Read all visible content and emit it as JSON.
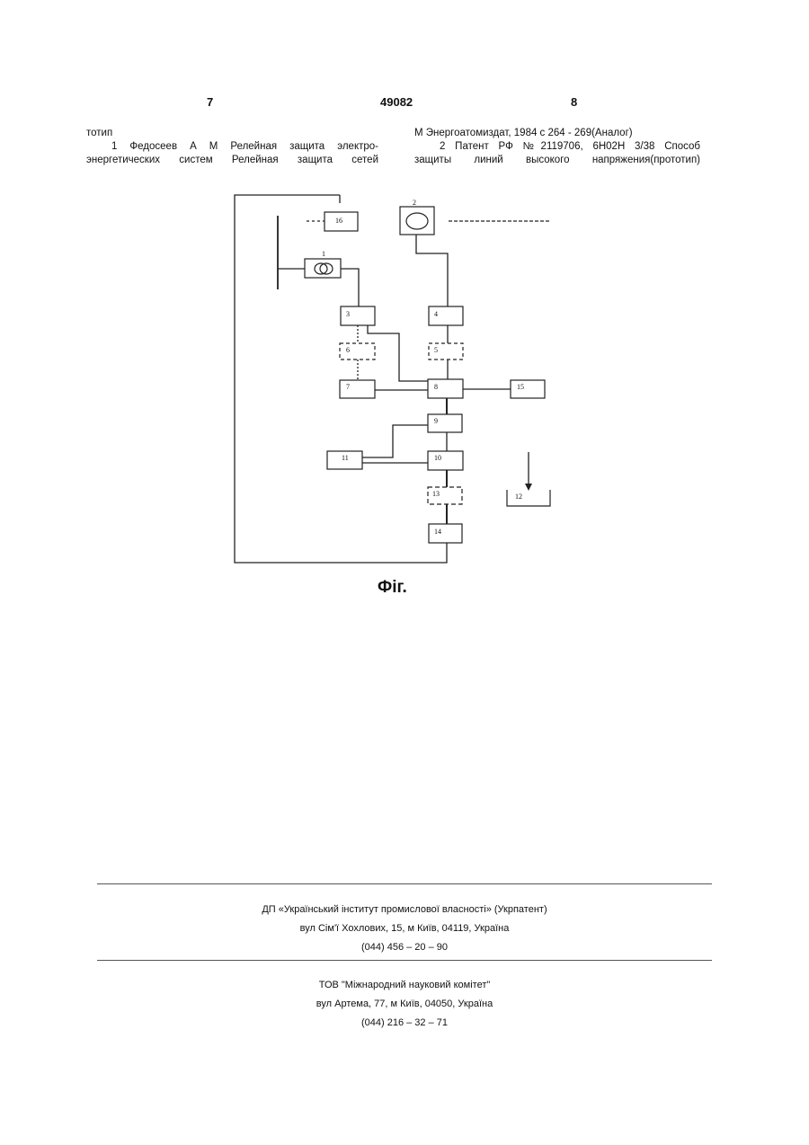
{
  "header": {
    "page_left": "7",
    "patent_number": "49082",
    "page_right": "8"
  },
  "left_column": [
    "тотип",
    "1 Федосеев А М Релейная защита электро-",
    "энергетических систем Релейная защита сетей"
  ],
  "right_column": [
    "М Энергоатомиздат, 1984 с 264 - 269(Аналог)",
    "2 Патент РФ №2119706, 6Н02Н 3/38 Способ",
    "защиты линий высокого напряжения(прототип)"
  ],
  "figure": {
    "caption": "Фіг.",
    "blocks": {
      "b1": "1",
      "b2": "2",
      "b3": "3",
      "b4": "4",
      "b5": "5",
      "b6": "6",
      "b7": "7",
      "b8": "8",
      "b9": "9",
      "b10": "10",
      "b11": "11",
      "b12": "12",
      "b13": "13",
      "b14": "14",
      "b15": "15",
      "b16": "16"
    }
  },
  "footer": {
    "org1": {
      "name": "ДП «Український інститут промислової власності» (Укрпатент)",
      "address": "вул Сім'ї Хохлових, 15, м Київ, 04119, Україна",
      "phone": "(044) 456 – 20 – 90"
    },
    "org2": {
      "name": "ТОВ \"Міжнародний науковий комітет\"",
      "address": "вул Артема, 77, м Київ, 04050, Україна",
      "phone": "(044) 216 – 32 – 71"
    }
  }
}
